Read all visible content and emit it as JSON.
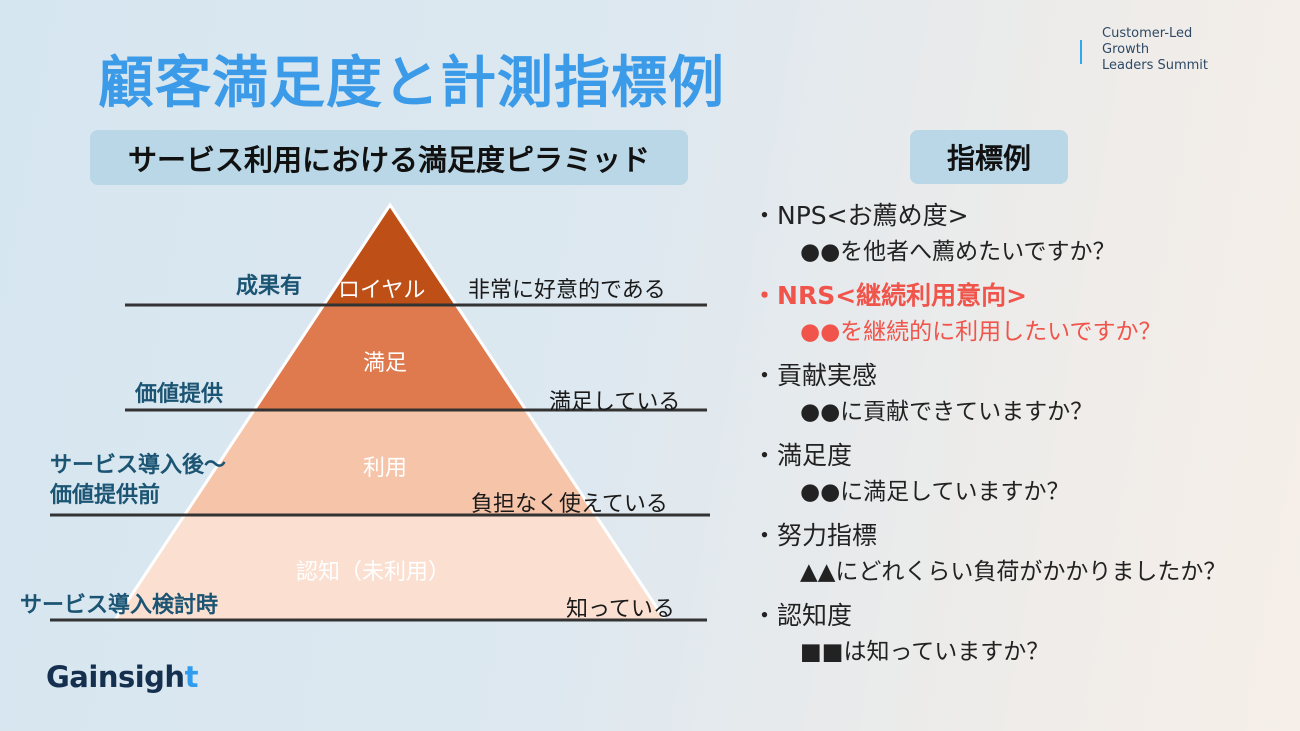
{
  "title": "顧客満足度と計測指標例",
  "brand": {
    "line1": "Customer-Led",
    "line2": "Growth",
    "line3": "Leaders Summit"
  },
  "pyramid": {
    "heading": "サービス利用における満足度ピラミッド",
    "levels": [
      {
        "name": "ロイヤル",
        "left": "成果有",
        "right": "非常に好意的である",
        "color": "#bd4f17"
      },
      {
        "name": "満足",
        "left": "価値提供",
        "right": "満足している",
        "color": "#df7a4e"
      },
      {
        "name": "利用",
        "left": "サービス導入後〜",
        "left2": "価値提供前",
        "right": "負担なく使えている",
        "color": "#f6c4a9"
      },
      {
        "name": "認知（未利用）",
        "left": "サービス導入検討時",
        "right": "知っている",
        "color": "#fbe0d1"
      }
    ]
  },
  "indicators": {
    "heading": "指標例",
    "items": [
      {
        "title": "NPS<お薦め度>",
        "question": "●●を他者へ薦めたいですか？"
      },
      {
        "title": "NRS<継続利用意向>",
        "question": "●●を継続的に利用したいですか？",
        "highlight": "#f0544a"
      },
      {
        "title": "貢献実感",
        "question": "●●に貢献できていますか？"
      },
      {
        "title": "満足度",
        "question": "●●に満足していますか？"
      },
      {
        "title": "努力指標",
        "question": "▲▲にどれくらい負荷がかかりましたか？"
      },
      {
        "title": "認知度",
        "question": "■■は知っていますか？"
      }
    ]
  },
  "logo": {
    "text_main": "Gainsigh",
    "text_accent": "t"
  }
}
